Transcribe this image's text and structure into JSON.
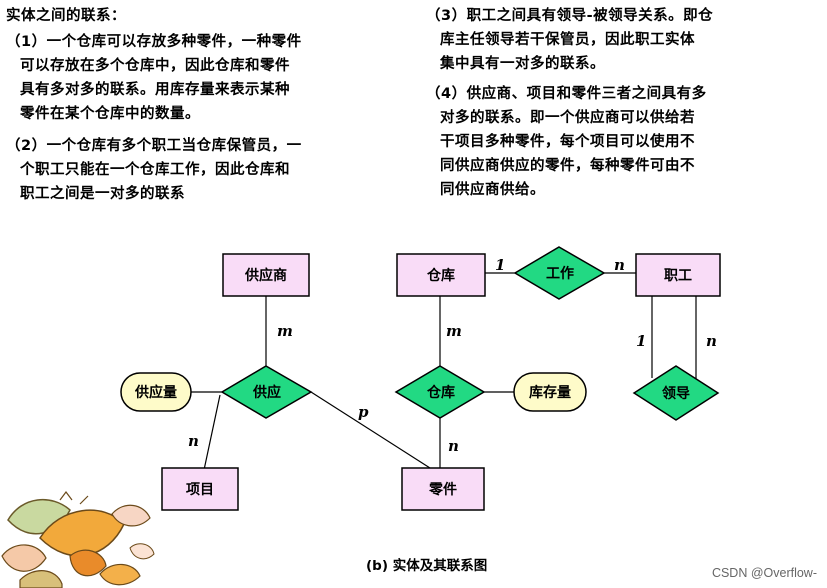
{
  "text": {
    "title": "实体之间的联系：",
    "p1": [
      "（1）一个仓库可以存放多种零件，一种零件",
      "可以存放在多个仓库中，因此仓库和零件",
      "具有多对多的联系。用库存量来表示某种",
      "零件在某个仓库中的数量。"
    ],
    "p2": [
      "（2）一个仓库有多个职工当仓库保管员，一",
      "个职工只能在一个仓库工作，因此仓库和",
      "职工之间是一对多的联系"
    ],
    "p3": [
      "（3）职工之间具有领导-被领导关系。即仓",
      "库主任领导若干保管员，因此职工实体",
      "集中具有一对多的联系。"
    ],
    "p4": [
      "（4）供应商、项目和零件三者之间具有多",
      "对多的联系。即一个供应商可以供给若",
      "干项目多种零件，每个项目可以使用不",
      "同供应商供应的零件，每种零件可由不",
      "同供应商供给。"
    ]
  },
  "diagram": {
    "entities": {
      "supplier": "供应商",
      "warehouse": "仓库",
      "employee": "职工",
      "project": "项目",
      "part": "零件"
    },
    "relationships": {
      "supply": "供应",
      "store": "仓库",
      "work": "工作",
      "lead": "领导"
    },
    "attributes": {
      "supply_qty": "供应量",
      "stock_qty": "库存量"
    },
    "cardinalities": {
      "supplier_supply": "m",
      "supply_project": "n",
      "supply_part": "p",
      "warehouse_store": "m",
      "store_part": "n",
      "warehouse_work": "1",
      "work_employee": "n",
      "lead_left": "1",
      "lead_right": "n"
    },
    "caption": "(b) 实体及其联系图"
  },
  "watermark": "CSDN @Overflow-",
  "colors": {
    "entity_fill": "#f9dcf7",
    "relationship_fill": "#22d983",
    "attribute_fill": "#fefbc9",
    "stroke": "#000000"
  }
}
